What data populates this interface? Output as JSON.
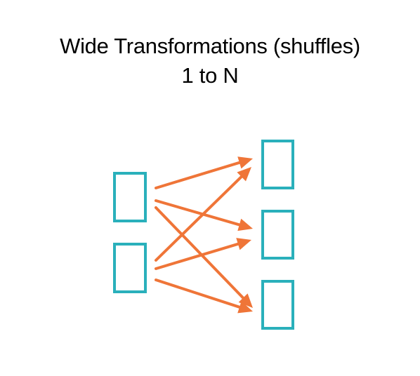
{
  "title": {
    "line1": "Wide Transformations (shuffles)",
    "line2": "1 to N"
  },
  "diagram": {
    "input_partitions": [
      "input-partition-1",
      "input-partition-2"
    ],
    "output_partitions": [
      "output-partition-1",
      "output-partition-2",
      "output-partition-3"
    ],
    "edges": [
      {
        "from": 0,
        "to": 0
      },
      {
        "from": 0,
        "to": 1
      },
      {
        "from": 0,
        "to": 2
      },
      {
        "from": 1,
        "to": 0
      },
      {
        "from": 1,
        "to": 1
      },
      {
        "from": 1,
        "to": 2
      }
    ]
  },
  "colors": {
    "partition_border": "#2ab0bb",
    "arrow": "#ef7538",
    "text": "#000000",
    "background": "#ffffff"
  }
}
